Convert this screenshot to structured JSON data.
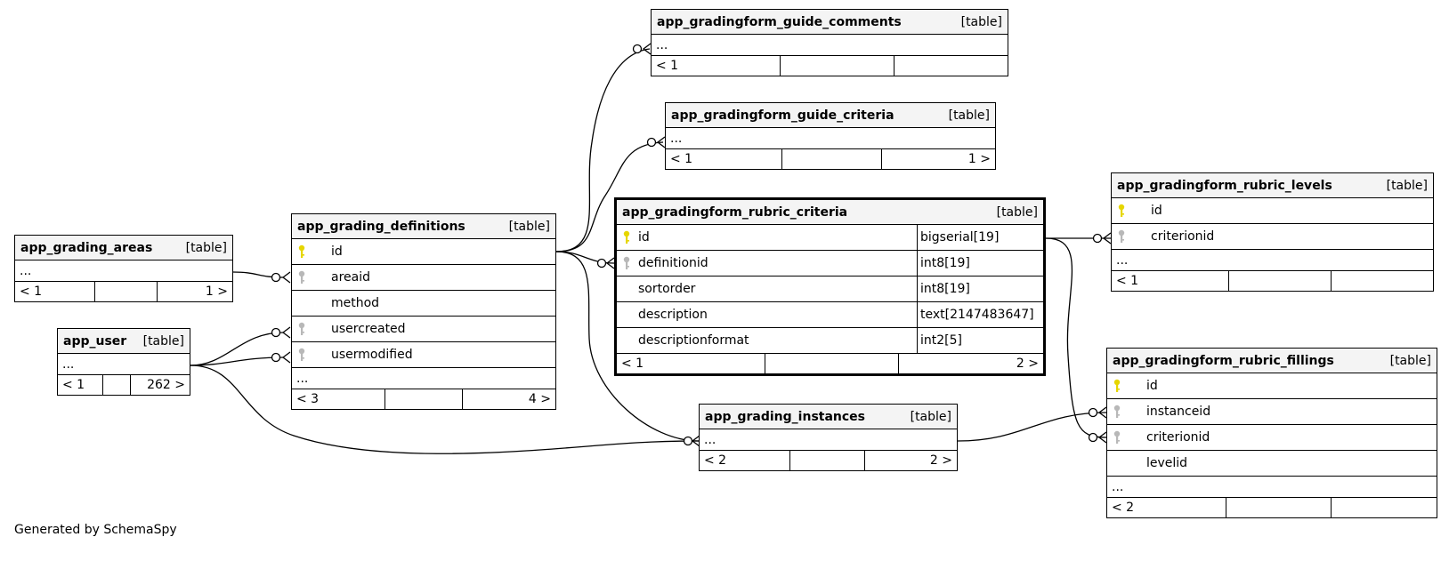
{
  "footer_note": "Generated by SchemaSpy",
  "colors": {
    "primary_key": "#e6d600",
    "foreign_key": "#b8b8b8",
    "header_bg": "#f4f4f4"
  },
  "tables": {
    "grading_areas": {
      "name": "app_grading_areas",
      "type": "[table]",
      "ellipsis": "...",
      "parents": "< 1",
      "children": "1 >"
    },
    "user": {
      "name": "app_user",
      "type": "[table]",
      "ellipsis": "...",
      "parents": "< 1",
      "children": "262 >"
    },
    "grading_definitions": {
      "name": "app_grading_definitions",
      "type": "[table]",
      "columns": [
        {
          "name": "id",
          "key": "primary-key-icon"
        },
        {
          "name": "areaid",
          "key": "foreign-key-icon"
        },
        {
          "name": "method",
          "key": ""
        },
        {
          "name": "usercreated",
          "key": "foreign-key-icon"
        },
        {
          "name": "usermodified",
          "key": "foreign-key-icon"
        }
      ],
      "ellipsis": "...",
      "parents": "< 3",
      "children": "4 >"
    },
    "guide_comments": {
      "name": "app_gradingform_guide_comments",
      "type": "[table]",
      "ellipsis": "...",
      "parents": "< 1",
      "children": ""
    },
    "guide_criteria": {
      "name": "app_gradingform_guide_criteria",
      "type": "[table]",
      "ellipsis": "...",
      "parents": "< 1",
      "children": "1 >"
    },
    "rubric_criteria": {
      "name": "app_gradingform_rubric_criteria",
      "type": "[table]",
      "columns": [
        {
          "name": "id",
          "type": "bigserial[19]",
          "key": "primary-key-icon"
        },
        {
          "name": "definitionid",
          "type": "int8[19]",
          "key": "foreign-key-icon"
        },
        {
          "name": "sortorder",
          "type": "int8[19]",
          "key": ""
        },
        {
          "name": "description",
          "type": "text[2147483647]",
          "key": ""
        },
        {
          "name": "descriptionformat",
          "type": "int2[5]",
          "key": ""
        }
      ],
      "parents": "< 1",
      "children": "2 >"
    },
    "rubric_levels": {
      "name": "app_gradingform_rubric_levels",
      "type": "[table]",
      "columns": [
        {
          "name": "id",
          "key": "primary-key-icon"
        },
        {
          "name": "criterionid",
          "key": "foreign-key-icon"
        }
      ],
      "ellipsis": "...",
      "parents": "< 1",
      "children": ""
    },
    "rubric_fillings": {
      "name": "app_gradingform_rubric_fillings",
      "type": "[table]",
      "columns": [
        {
          "name": "id",
          "key": "primary-key-icon"
        },
        {
          "name": "instanceid",
          "key": "foreign-key-icon"
        },
        {
          "name": "criterionid",
          "key": "foreign-key-icon"
        },
        {
          "name": "levelid",
          "key": ""
        }
      ],
      "ellipsis": "...",
      "parents": "< 2",
      "children": ""
    },
    "grading_instances": {
      "name": "app_grading_instances",
      "type": "[table]",
      "ellipsis": "...",
      "parents": "< 2",
      "children": "2 >"
    }
  }
}
